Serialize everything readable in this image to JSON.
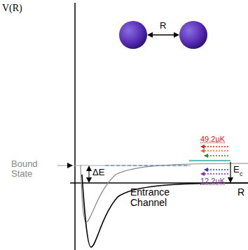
{
  "diagram": {
    "labels": [
      "V(R)",
      "R",
      "Bound State",
      "ΔE",
      "49.2µK",
      "E",
      "c",
      "12.2µK",
      "Entrance Channel",
      "R"
    ]
  }
}
